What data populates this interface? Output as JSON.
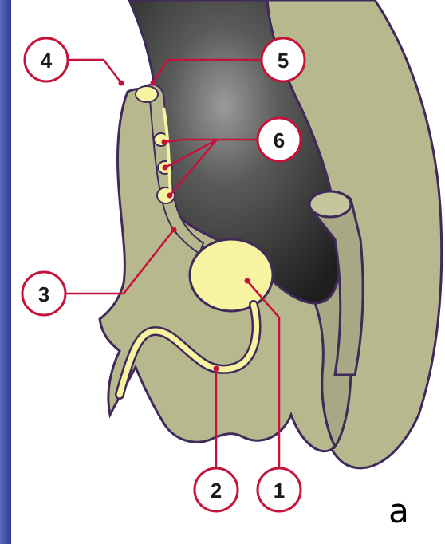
{
  "colors": {
    "background": "#ffffff",
    "frame_strip": "#3a4aa8",
    "tissue": "#b8b88e",
    "tissue_outline": "#3f2a5a",
    "cavity_dark": "#2a2a2a",
    "cavity_light": "#8c8c8c",
    "duct_yellow": "#f7f3a0",
    "leader_line": "#c4123a",
    "label_circle_stroke": "#c4123a",
    "label_circle_fill": "#ffffff"
  },
  "labels": {
    "l1": "1",
    "l2": "2",
    "l3": "3",
    "l4": "4",
    "l5": "5",
    "l6": "6"
  },
  "panel_letter": "a"
}
